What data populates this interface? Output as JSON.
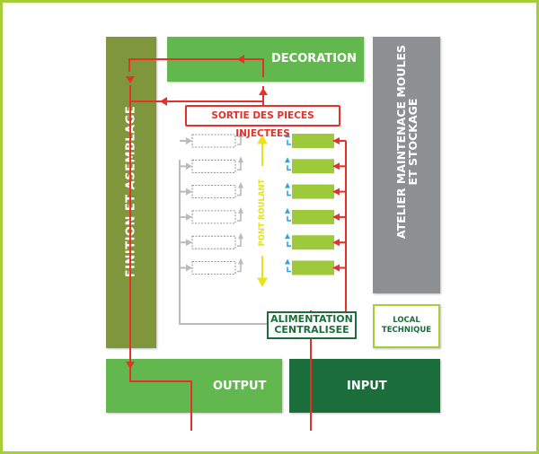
{
  "zones": {
    "finition": {
      "label": "FINITION ET ASEMBLAGE",
      "color": "#7f963c"
    },
    "decoration": {
      "label": "DECORATION",
      "color": "#62b84e"
    },
    "atelier": {
      "label_line1": "ATELIER MAINTENACE MOULES",
      "label_line2": "ET STOCKAGE",
      "color": "#8e8f91"
    },
    "local": {
      "label_line1": "LOCAL",
      "label_line2": "TECHNIQUE",
      "color": "#1b6e3b"
    },
    "output": {
      "label": "OUTPUT",
      "color": "#62b84e"
    },
    "input": {
      "label": "INPUT",
      "color": "#1b6e3b"
    }
  },
  "injection_area": {
    "exit_label": "SORTIE DES PIECES INJECTEES",
    "crane_label": "PONT ROULANT",
    "feed_label_line1": "ALIMENTATION",
    "feed_label_line2": "CENTRALISEE",
    "active_machines": 6,
    "ghost_machines": 6
  },
  "colors": {
    "border": "#a6ce39",
    "flow": "#e8302a",
    "machine": "#9dc93b",
    "crane": "#e6e21c",
    "output_arrow": "#29a9e0",
    "ghost": "#aaaaaa"
  }
}
